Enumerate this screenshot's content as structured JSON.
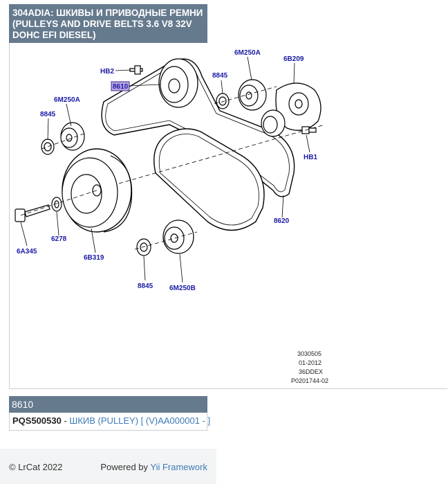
{
  "title": "304ADIA: ШКИВЫ И ПРИВОДНЫЕ РЕМНИ (PULLEYS AND DRIVE BELTS 3.6 V8 32V DOHC EFI DIESEL)",
  "diagram": {
    "labels": {
      "hb2": "HB2",
      "p8610": "8610",
      "m6m250a_left": "6M250A",
      "s8845_left": "8845",
      "m6m250a_top": "6M250A",
      "s8845_top": "8845",
      "p6b209": "6B209",
      "hb1": "HB1",
      "p8620": "8620",
      "p6a345": "6A345",
      "p6278": "6278",
      "p6b319": "6B319",
      "s8845_bottom": "8845",
      "m6m250b": "6M250B"
    },
    "meta": [
      "3030505",
      "01-2012",
      "36DDEX",
      "P0201744-02"
    ]
  },
  "selected_part": {
    "header": "8610",
    "part_number": "PQS500530",
    "separator": " - ",
    "description_link": "ШКИВ (PULLEY) [ (V)AA000001 - ]"
  },
  "footer": {
    "copyright": "© LrCat 2022",
    "powered_prefix": "Powered by ",
    "powered_link": "Yii Framework"
  },
  "colors": {
    "header_bg": "#667a8e",
    "label_blue": "#1a1aa6",
    "link_blue": "#3d7bb6",
    "highlight": "#b9a5e0"
  }
}
